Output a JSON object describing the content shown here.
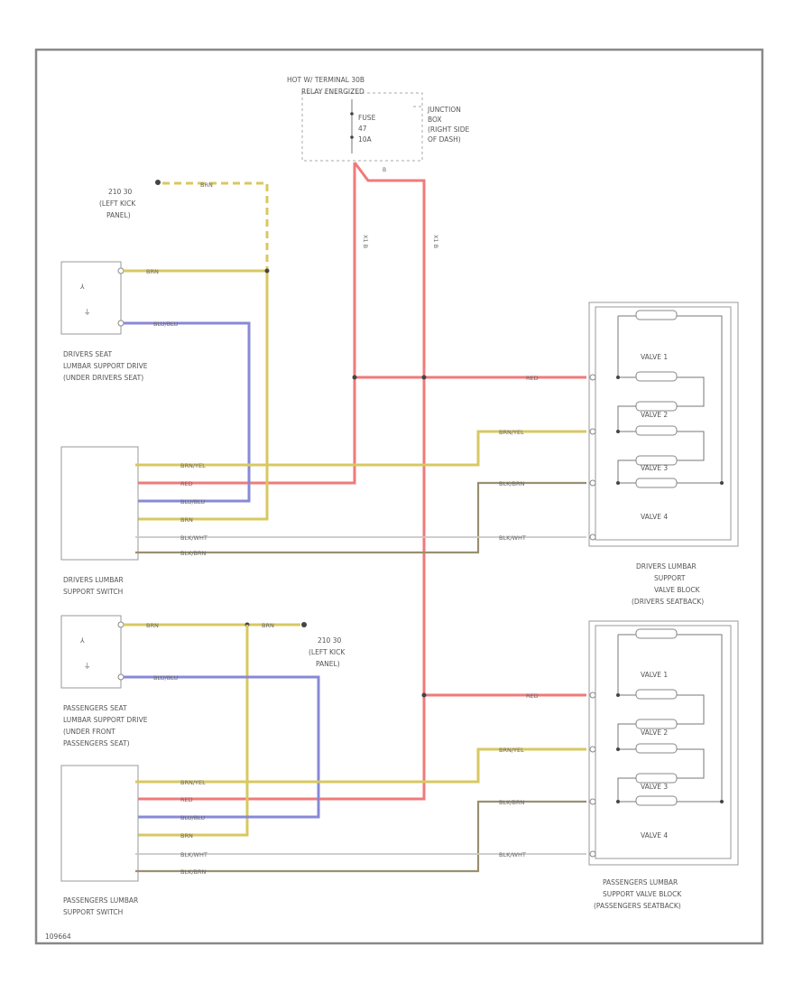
{
  "fuse_box": {
    "title_line1": "HOT W/ TERMINAL 30B",
    "title_line2": "RELAY ENERGIZED",
    "fuse_line1": "FUSE",
    "fuse_line2": "47",
    "fuse_line3": "10A",
    "location_line1": "JUNCTION",
    "location_line2": "BOX",
    "location_line3": "(RIGHT SIDE",
    "location_line4": "OF DASH)"
  },
  "ground_top": {
    "line1": "210 30",
    "line2": "(LEFT KICK",
    "line3": "PANEL)"
  },
  "ground_mid": {
    "line1": "210 30",
    "line2": "(LEFT KICK",
    "line3": "PANEL)"
  },
  "driver_drive": {
    "line1": "DRIVERS SEAT",
    "line2": "LUMBAR SUPPORT DRIVE",
    "line3": "(UNDER DRIVERS SEAT)"
  },
  "driver_switch": {
    "line1": "DRIVERS LUMBAR",
    "line2": "SUPPORT SWITCH"
  },
  "pass_drive": {
    "line1": "PASSENGERS SEAT",
    "line2": "LUMBAR SUPPORT DRIVE",
    "line3": "(UNDER FRONT",
    "line4": "PASSENGERS SEAT)"
  },
  "pass_switch": {
    "line1": "PASSENGERS LUMBAR",
    "line2": "SUPPORT SWITCH"
  },
  "driver_valve": {
    "line1": "DRIVERS LUMBAR",
    "line2": "SUPPORT",
    "line3": "VALVE BLOCK",
    "line4": "(DRIVERS SEATBACK)",
    "valve1": "VALVE 1",
    "valve2": "VALVE 2",
    "valve3": "VALVE 3",
    "valve4": "VALVE 4"
  },
  "pass_valve": {
    "line1": "PASSENGERS LUMBAR",
    "line2": "SUPPORT VALVE BLOCK",
    "line3": "(PASSENGERS SEATBACK)",
    "valve1": "VALVE 1",
    "valve2": "VALVE 2",
    "valve3": "VALVE 3",
    "valve4": "VALVE 4"
  },
  "wires": {
    "brn": "BRN",
    "blu_blu": "BLU/BLU",
    "red": "RED",
    "brn_yel": "BRN/YEL",
    "blk_wht": "BLK/WHT",
    "blk_brn": "BLK/BRN",
    "red_vertical": "RED",
    "x1": "X1 B",
    "x2": "X1 B",
    "pin_b": "B"
  },
  "footer_id": "109664"
}
